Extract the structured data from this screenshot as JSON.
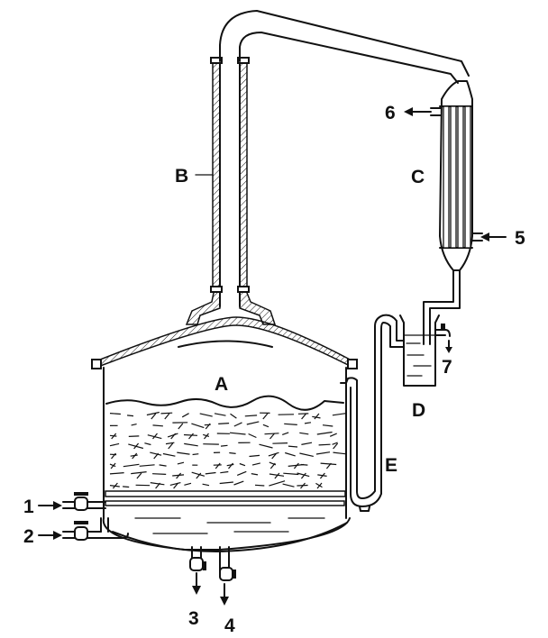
{
  "labels": {
    "A": "A",
    "B": "B",
    "C": "C",
    "D": "D",
    "E": "E",
    "n1": "1",
    "n2": "2",
    "n3": "3",
    "n4": "4",
    "n5": "5",
    "n6": "6",
    "n7": "7"
  },
  "colors": {
    "ink": "#111111",
    "paper": "#ffffff"
  }
}
